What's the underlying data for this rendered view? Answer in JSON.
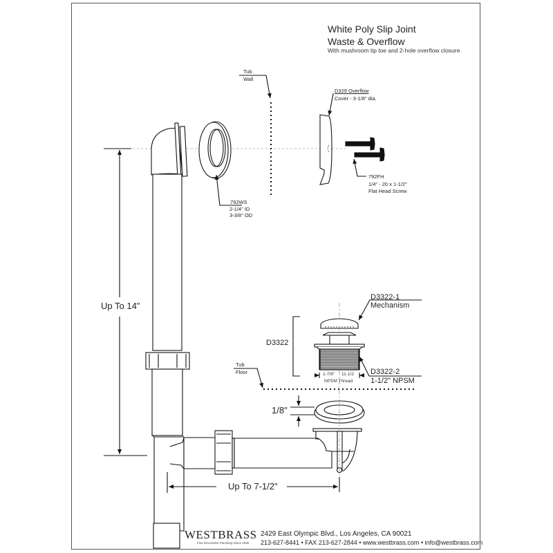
{
  "header": {
    "title_line1": "White Poly Slip Joint",
    "title_line2": "Waste & Overflow",
    "subtitle": "With mushroom tip toe and 2-hole overflow closure"
  },
  "callouts": {
    "tub_wall": {
      "line1": "Tub",
      "line2": "Wall"
    },
    "overflow_cover": {
      "line1": "D329 Overflow",
      "line2": "Cover - 3-1/8\" dia."
    },
    "washer": {
      "part": "792WS",
      "line2": "2-1/4\" ID",
      "line3": "3-3/8\" OD"
    },
    "screw": {
      "part": "792FH",
      "line2": "1/4\" - 20 x 1-1/2\"",
      "line3": "Flat Head Screw"
    },
    "mechanism": {
      "part": "D3322-1",
      "line2": "Mechanism"
    },
    "drain_body": {
      "part": "D3322-2",
      "line2": "1-1/2\" NPSM"
    },
    "assembly": {
      "part": "D3322"
    },
    "thread": {
      "left": "1-7/8\"",
      "right": "11-1/2",
      "bottom": "NPSM Thread"
    },
    "tub_floor": {
      "line1": "Tub",
      "line2": "Floor"
    }
  },
  "dimensions": {
    "vertical": "Up To 14\"",
    "horizontal": "Up To 7-1/2\"",
    "gasket_thickness": "1/8\""
  },
  "footer": {
    "brand": "WESTBRASS",
    "tagline": "Fine Decorative Plumbing Since 1935",
    "address": "2429 East Olympic Blvd., Los Angeles, CA  90021",
    "contact": "213-627-8441 • FAX 213-627-2844 • www.westbrass.com • info@westbrass.com"
  }
}
